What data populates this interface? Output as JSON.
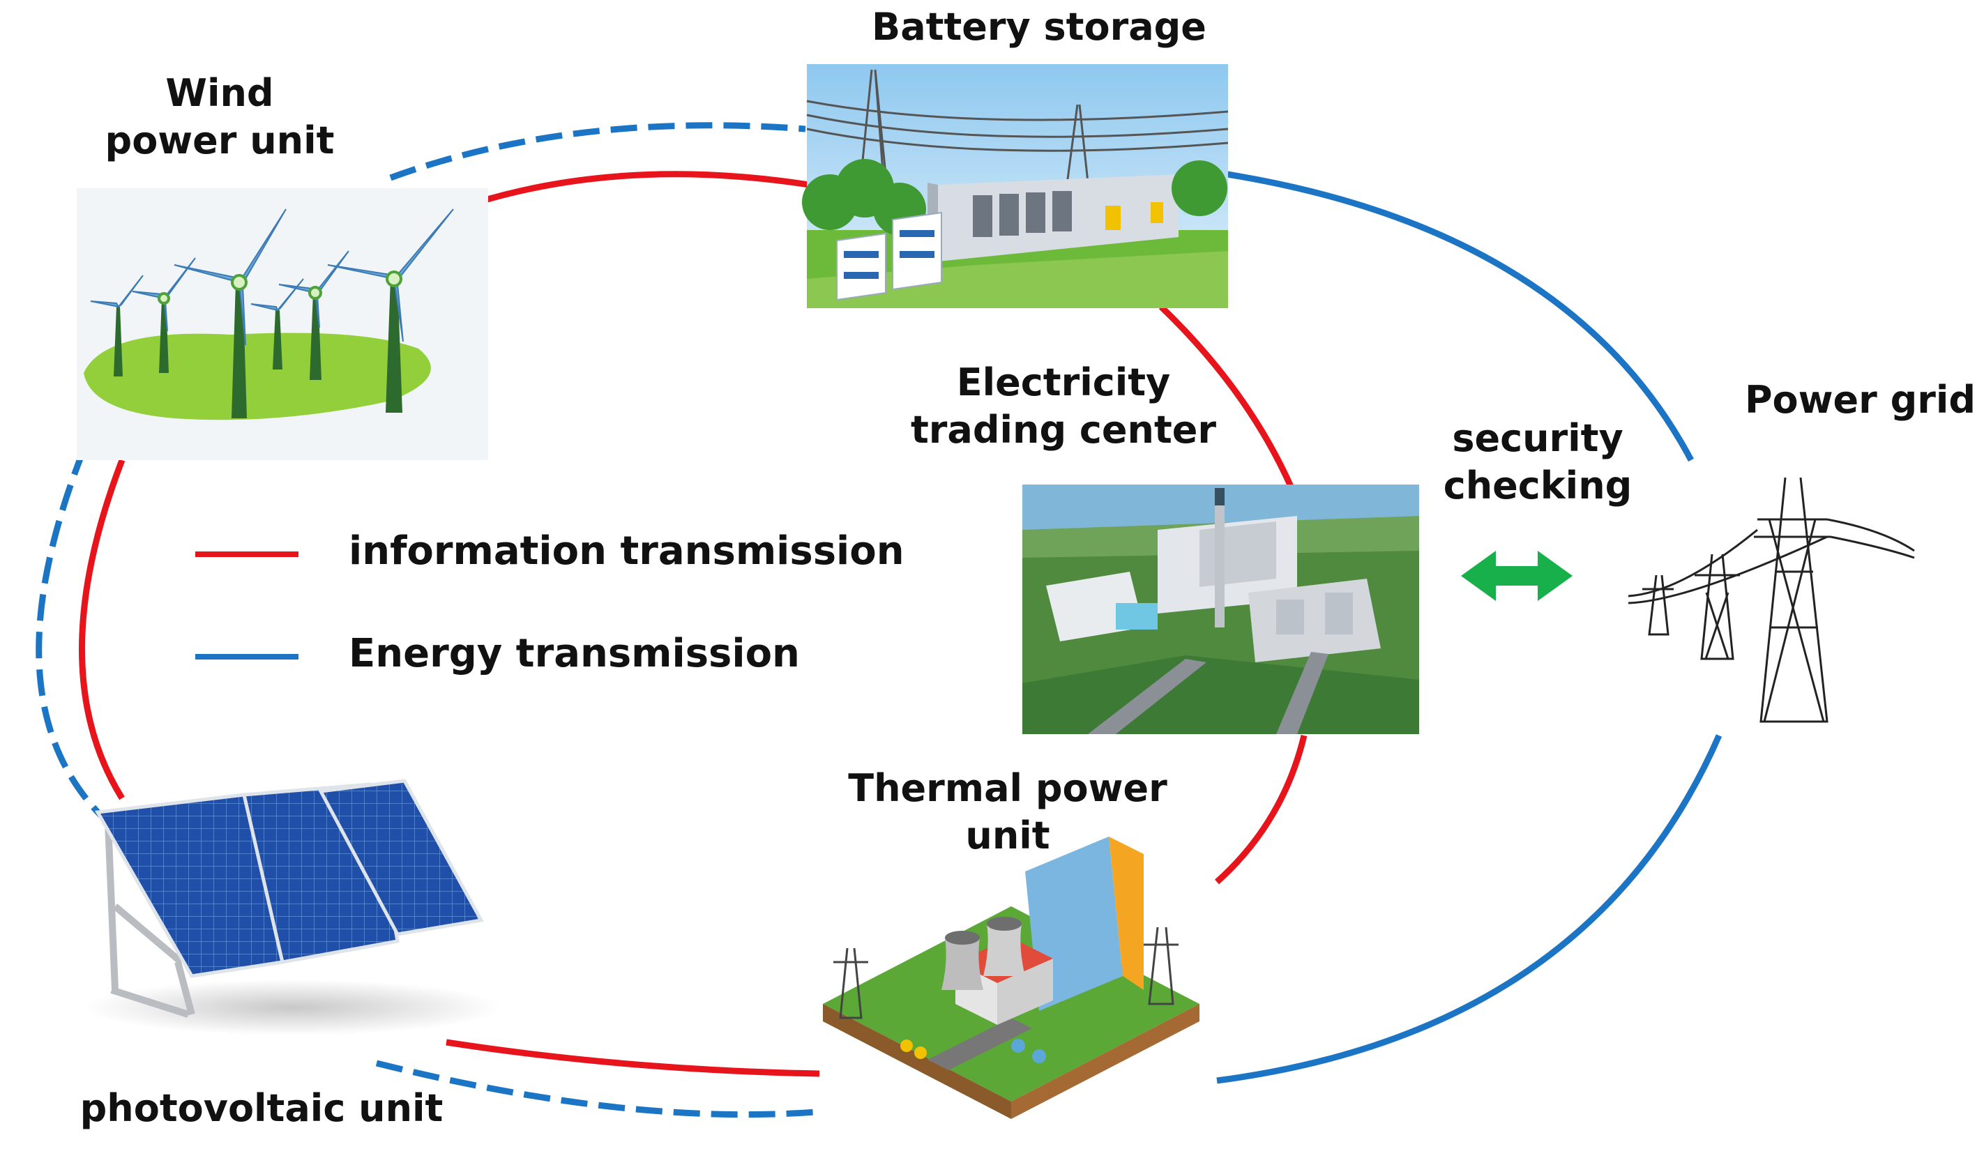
{
  "labels": {
    "wind": [
      "Wind",
      "power unit"
    ],
    "battery": "Battery storage",
    "trading": [
      "Electricity",
      "trading center"
    ],
    "security": [
      "security",
      "checking"
    ],
    "power_grid": "Power grid",
    "thermal": [
      "Thermal power",
      "unit"
    ],
    "photovoltaic": "photovoltaic unit"
  },
  "legend": [
    {
      "label": "information transmission",
      "color": "#e8141b",
      "style": "solid"
    },
    {
      "label": "Energy transmission",
      "color": "#1b75c4",
      "style": "solid"
    }
  ],
  "colors": {
    "information": "#e8141b",
    "energy": "#1b75c4",
    "security_arrow": "#17b04a"
  },
  "icons": {
    "wind": "wind-turbines-icon",
    "battery": "battery-storage-station-icon",
    "trading": "trading-center-aerial-icon",
    "grid": "transmission-towers-icon",
    "thermal": "thermal-power-plant-icon",
    "pv": "solar-panels-icon"
  }
}
